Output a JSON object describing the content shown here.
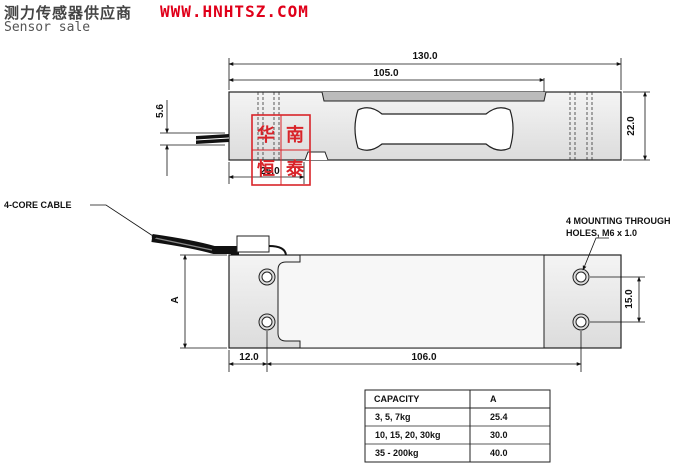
{
  "header": {
    "title_cn": "测力传感器供应商",
    "website": "WWW.HNHTSZ.COM",
    "subtitle": "Sensor sale"
  },
  "stamp": {
    "c1": "华",
    "c2": "南",
    "c3": "恒",
    "c4": "泰"
  },
  "dimensions": {
    "total_length": "130.0",
    "gauge_length": "105.0",
    "height": "22.0",
    "cable_offset": "5.6",
    "end_length": "25.0",
    "edge_to_hole": "12.0",
    "hole_spacing": "106.0",
    "hole_pitch": "15.0",
    "width": "A"
  },
  "labels": {
    "cable": "4-CORE CABLE",
    "holes_line1": "4 MOUNTING THROUGH",
    "holes_line2": "HOLES, M6 x 1.0"
  },
  "table": {
    "headers": [
      "CAPACITY",
      "A"
    ],
    "rows": [
      [
        "3, 5, 7kg",
        "25.4"
      ],
      [
        "10, 15, 20, 30kg",
        "30.0"
      ],
      [
        "35 - 200kg",
        "40.0"
      ]
    ]
  }
}
